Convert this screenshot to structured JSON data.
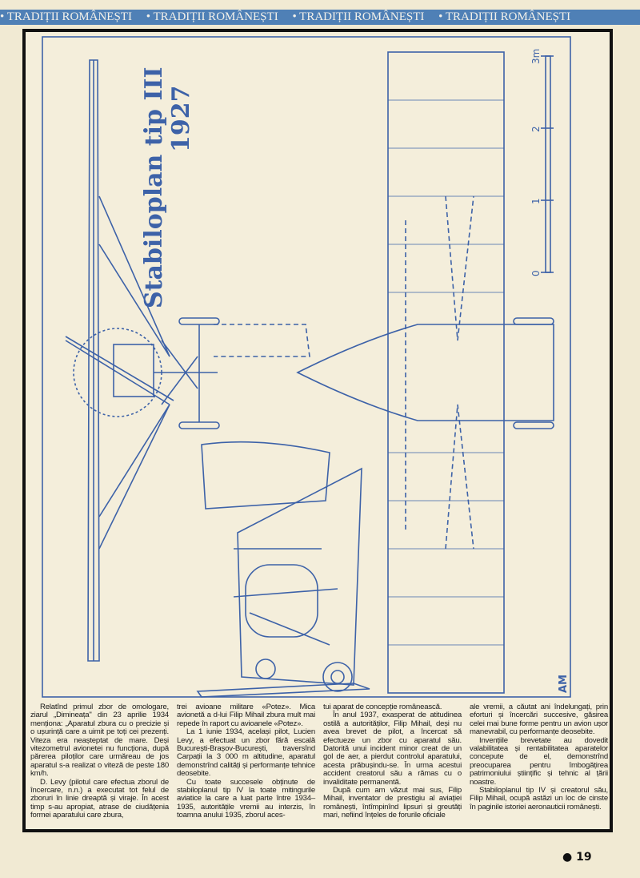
{
  "header": {
    "section_label": "TRADIȚII ROMÂNEȘTI",
    "repeat_count": 4
  },
  "drawing": {
    "title_line1": "Stabiloplan tip III",
    "title_line2": "1927",
    "scale_labels": [
      "0",
      "1",
      "2",
      "3m"
    ],
    "signature": "AM",
    "line_color": "#3d62a8"
  },
  "article": {
    "columns": [
      [
        "Relatînd primul zbor de omologare, ziarul „Dimineața\" din 23 aprilie 1934 menționa: „Aparatul zbura cu o precizie și o ușurință care a uimit pe toți cei prezenți. Viteza era neașteptat de mare. Deși vitezometrul avionetei nu funcționa, după părerea piloților care urmăreau de jos aparatul s-a realizat o viteză de peste 180 km/h.",
        "D. Levy (pilotul care efectua zborul de încercare, n.n.) a executat tot felul de zboruri în linie dreaptă și viraje. În acest timp s-au apropiat, atrase de ciudățenia formei aparatului care zbura,"
      ],
      [
        "trei avioane militare «Potez». Mica avionetă a d-lui Filip Mihail zbura mult mai repede în raport cu avioanele «Potez».",
        "La 1 iunie 1934, același pilot, Lucien Levy, a efectuat un zbor fără escală București-Brașov-București, traversînd Carpații la 3 000 m altitudine, aparatul demonstrînd calități și performanțe tehnice deosebite.",
        "Cu toate succesele obținute de stabiloplanul tip IV la toate mitingurile aviatice la care a luat parte între 1934–1935, autoritățile vremii au interzis, în toamna anului 1935, zborul aces-"
      ],
      [
        "tui aparat de concepție românească.",
        "În anul 1937, exasperat de atitudinea ostilă a autorităților, Filip Mihail, deși nu avea brevet de pilot, a încercat să efectueze un zbor cu aparatul său. Datorită unui incident minor creat de un gol de aer, a pierdut controlul aparatului, acesta prăbușindu-se. În urma acestui accident creatorul său a rămas cu o invaliditate permanentă.",
        "După cum am văzut mai sus, Filip Mihail, inventator de prestigiu al aviației românești, întîmpinînd lipsuri și greutăți mari, nefiind înțeles de forurile oficiale"
      ],
      [
        "ale vremii, a căutat ani îndelungați, prin eforturi și încercări succesive, găsirea celei mai bune forme pentru un avion ușor manevrabil, cu performanțe deosebite.",
        "Invențiile brevetate au dovedit valabilitatea și rentabilitatea aparatelor concepute de el, demonstrînd preocuparea pentru îmbogățirea patrimoniului științific și tehnic al țării noastre.",
        "Stabiloplanul tip IV și creatorul său, Filip Mihail, ocupă astăzi un loc de cinste în paginile istoriei aeronauticii românești."
      ]
    ]
  },
  "footer": {
    "page_number": "19"
  }
}
